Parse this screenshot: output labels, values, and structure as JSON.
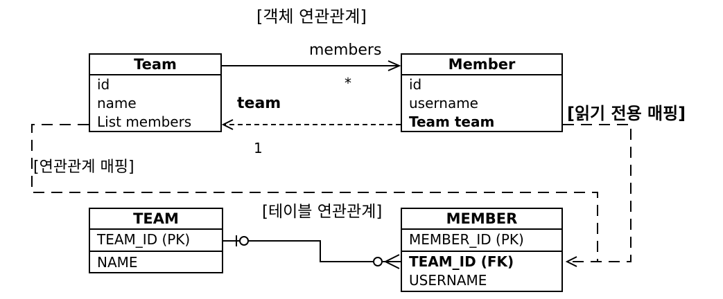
{
  "titles": {
    "object": "[객체 연관관계]",
    "table": "[테이블 연관관계]"
  },
  "team_entity": {
    "name": "Team",
    "fields": [
      "id",
      "name",
      "List members"
    ]
  },
  "member_entity": {
    "name": "Member",
    "fields": [
      "id",
      "username",
      "Team team"
    ]
  },
  "team_table": {
    "name": "TEAM",
    "fields": [
      "TEAM_ID (PK)",
      "NAME"
    ]
  },
  "member_table": {
    "name": "MEMBER",
    "fields": [
      "MEMBER_ID (PK)",
      "TEAM_ID (FK)",
      "USERNAME"
    ]
  },
  "labels": {
    "members_arrow": "members",
    "many_mult": "*",
    "team_ref": "team",
    "one_mult": "1",
    "mapping": "[연관관계 매핑]",
    "readonly": "[읽기 전용 매핑]"
  }
}
